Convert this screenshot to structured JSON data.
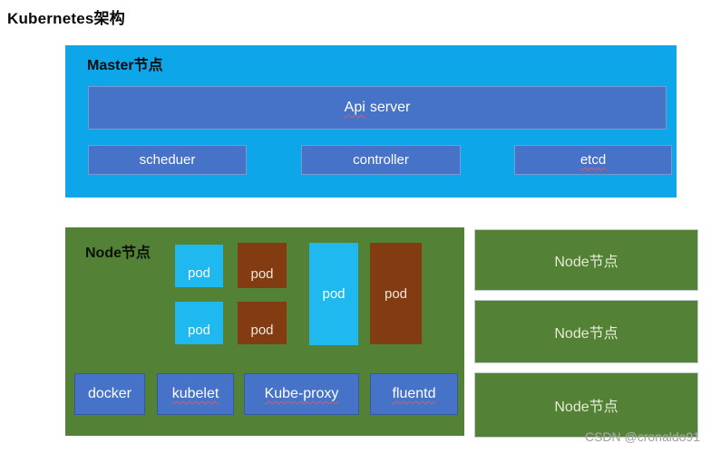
{
  "page": {
    "title": "Kubernetes架构",
    "watermark": "CSDN @cronaldo91"
  },
  "colors": {
    "master_bg": "#0ca6e9",
    "component_bg": "#4673c8",
    "node_bg": "#538135",
    "pod_cyan": "#1fb9f0",
    "pod_brown": "#833c11",
    "squiggle": "#e05a5a"
  },
  "master": {
    "label": "Master节点",
    "api_server": {
      "word_flagged": "Api",
      "word_rest": "server"
    },
    "components": [
      {
        "label": "scheduer"
      },
      {
        "label": "controller"
      },
      {
        "label": "etcd"
      }
    ]
  },
  "node": {
    "label": "Node节点",
    "pods": [
      {
        "label": "pod",
        "color": "cyan",
        "size": "small"
      },
      {
        "label": "pod",
        "color": "brown",
        "size": "small"
      },
      {
        "label": "pod",
        "color": "cyan",
        "size": "small"
      },
      {
        "label": "pod",
        "color": "brown",
        "size": "small"
      },
      {
        "label": "pod",
        "color": "cyan",
        "size": "tall"
      },
      {
        "label": "pod",
        "color": "brown",
        "size": "tall"
      }
    ],
    "services": [
      {
        "label": "docker"
      },
      {
        "label": "kubelet"
      },
      {
        "label": "Kube-proxy"
      },
      {
        "label": "fluentd"
      }
    ]
  },
  "other_nodes": [
    {
      "label": "Node节点"
    },
    {
      "label": "Node节点"
    },
    {
      "label": "Node节点"
    }
  ]
}
